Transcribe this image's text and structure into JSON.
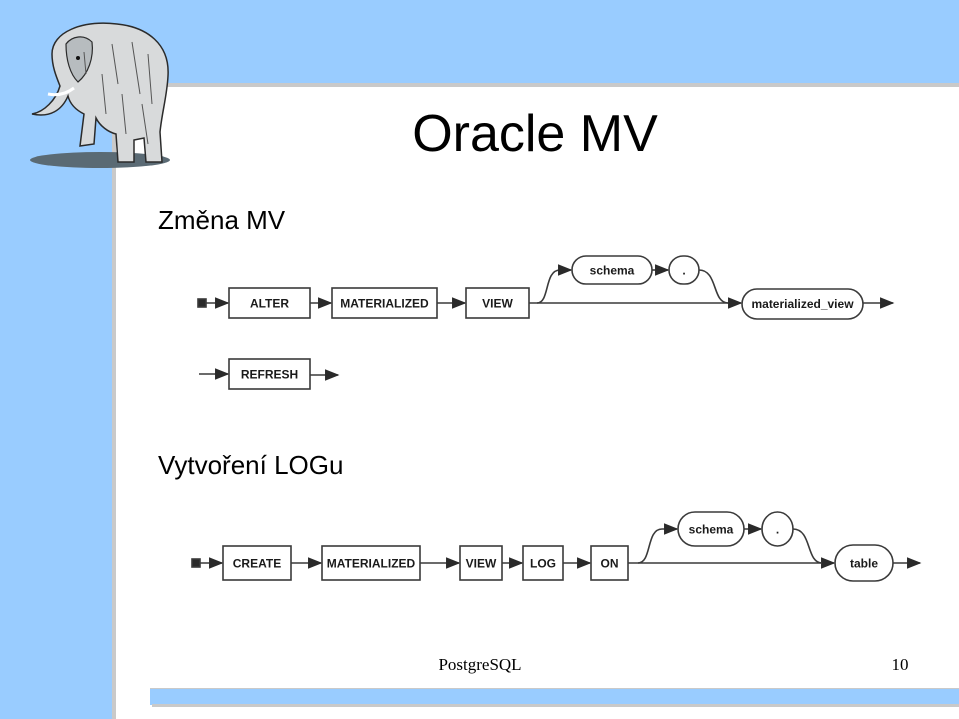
{
  "slide": {
    "title": "Oracle MV",
    "footer_center": "PostgreSQL",
    "page_number": "10"
  },
  "sections": {
    "alter": {
      "heading": "Změna MV",
      "keywords": [
        "ALTER",
        "MATERIALIZED",
        "VIEW",
        "REFRESH"
      ],
      "identifiers": [
        "schema",
        ".",
        "materialized_view"
      ]
    },
    "create": {
      "heading": "Vytvoření LOGu",
      "keywords": [
        "CREATE",
        "MATERIALIZED",
        "VIEW",
        "LOG",
        "ON"
      ],
      "identifiers": [
        "schema",
        ".",
        "table"
      ]
    }
  },
  "colors": {
    "band": "#99ccff",
    "shadow": "#c9c9c9"
  },
  "icons": {
    "logo": "elephant-logo-icon"
  }
}
